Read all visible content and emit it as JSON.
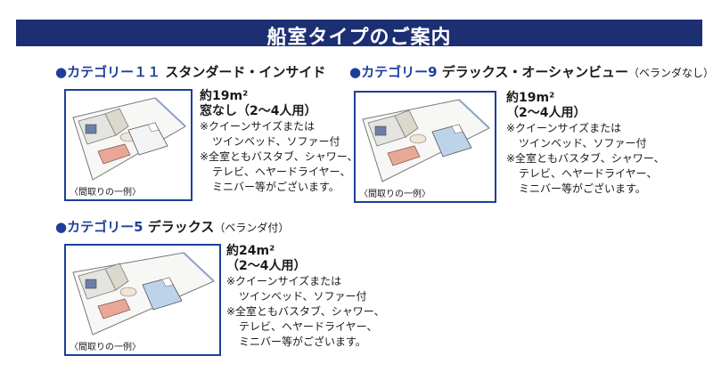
{
  "header": {
    "title": "船室タイプのご案内"
  },
  "sections": [
    {
      "bullet": "●",
      "category": "カテゴリー１１",
      "name": "スタンダード・インサイド",
      "sub": "",
      "area": "約19m²",
      "window": "窓なし（2〜4人用）",
      "note1a": "※クイーンサイズまたは",
      "note1b": "ツインベッド、ソファー付",
      "note2a": "※全室ともバスタブ、シャワー、",
      "note2b": "テレビ、ヘヤードライヤー、",
      "note2c": "ミニバー等がございます。",
      "caption": "〈間取りの一例〉",
      "bed_color": "#f2f4f6"
    },
    {
      "bullet": "●",
      "category": "カテゴリー9",
      "name": "デラックス・オーシャンビュー",
      "sub": "（ベランダなし）",
      "area": "約19m²",
      "window": "（2〜4人用）",
      "note1a": "※クイーンサイズまたは",
      "note1b": "ツインベッド、ソファー付",
      "note2a": "※全室ともバスタブ、シャワー、",
      "note2b": "テレビ、ヘヤードライヤー、",
      "note2c": "ミニバー等がございます。",
      "caption": "〈間取りの一例〉",
      "bed_color": "#bcd3ea"
    },
    {
      "bullet": "●",
      "category": "カテゴリー5",
      "name": "デラックス",
      "sub": "（ベランダ付）",
      "area": "約24m²",
      "window": "（2〜4人用）",
      "note1a": "※クイーンサイズまたは",
      "note1b": "ツインベッド、ソファー付",
      "note2a": "※全室ともバスタブ、シャワー、",
      "note2b": "テレビ、ヘヤードライヤー、",
      "note2c": "ミニバー等がございます。",
      "caption": "〈間取りの一例〉",
      "bed_color": "#bcd3ea"
    }
  ],
  "colors": {
    "banner": "#1d2f73",
    "accent": "#1d3f9a",
    "sofa": "#e8a898"
  }
}
